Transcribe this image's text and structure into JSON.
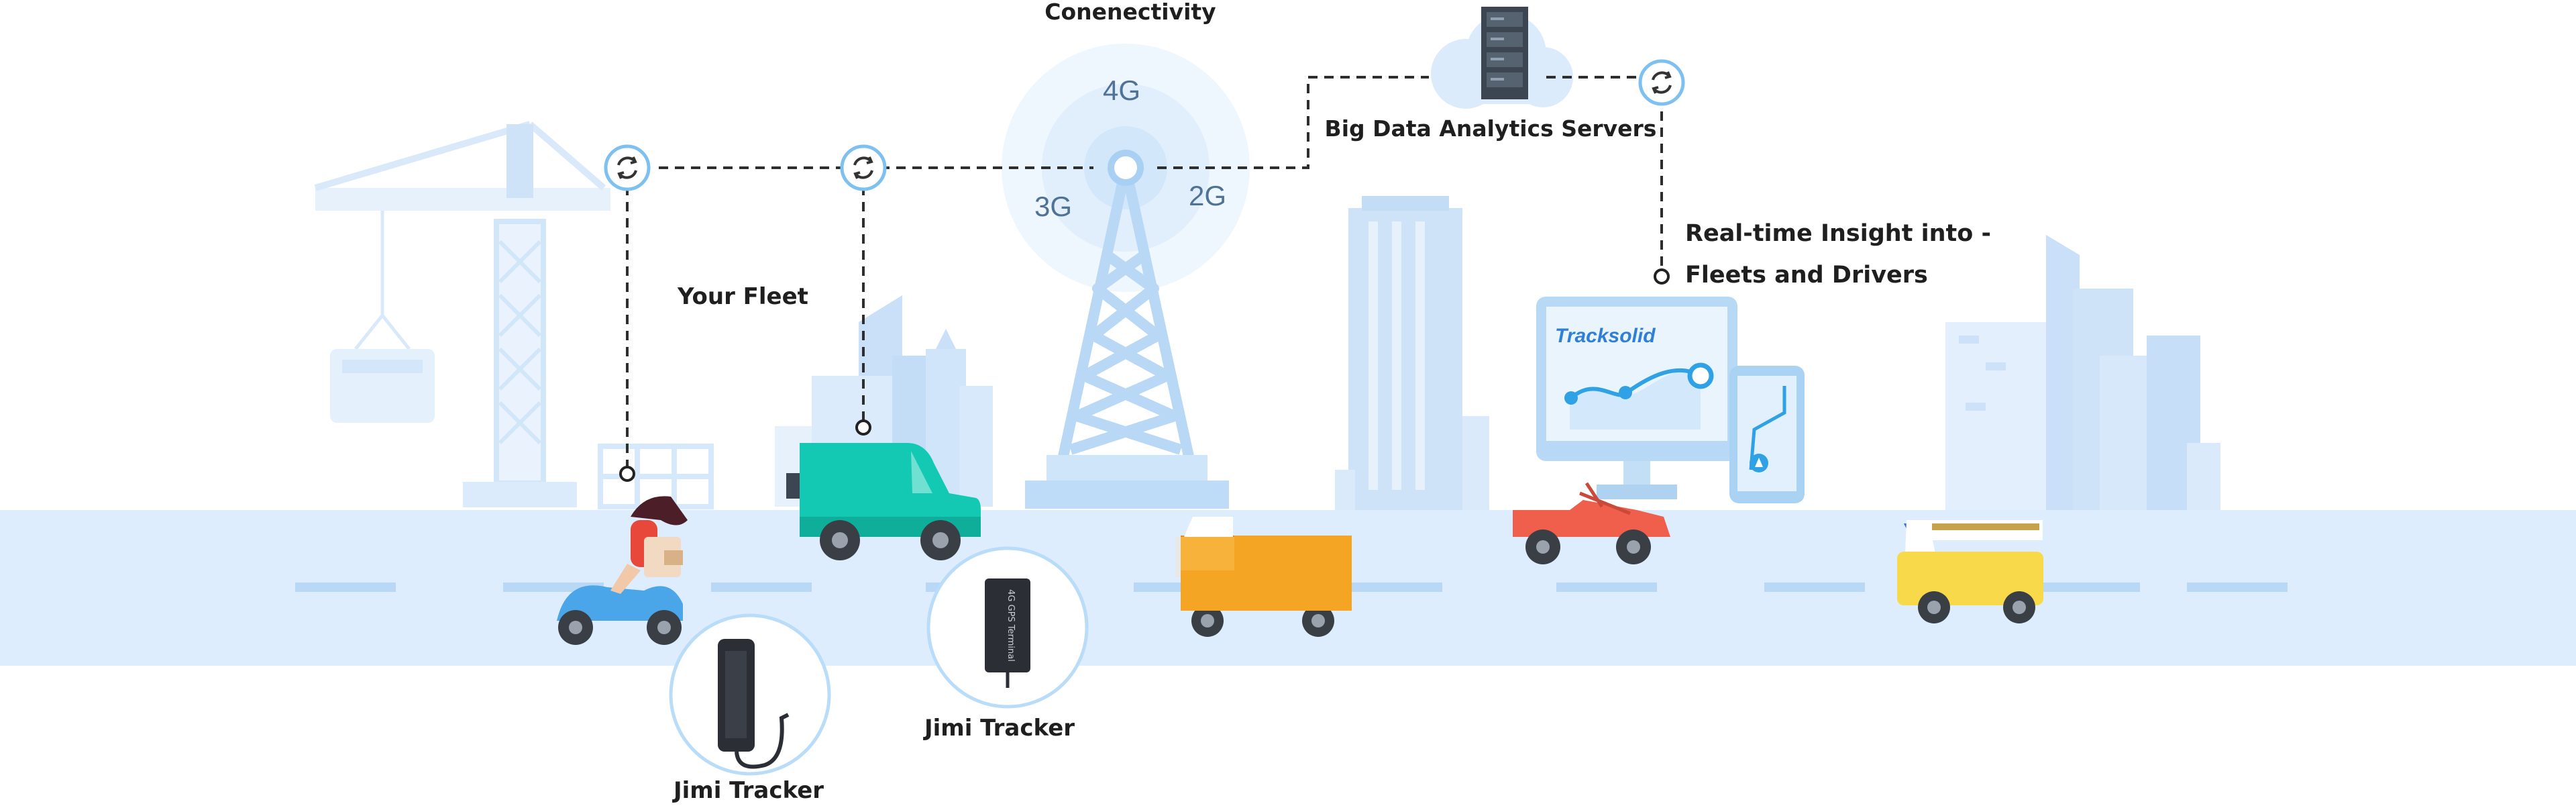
{
  "labels": {
    "connectivity": "Conenectivity",
    "servers": "Big Data Analytics Servers",
    "insight_line1": "Real-time Insight into -",
    "insight_line2": "Fleets and Drivers",
    "fleet": "Your Fleet",
    "tracker_left": "Jimi Tracker",
    "tracker_right": "Jimi Tracker"
  },
  "network": {
    "g4": "4G",
    "g3": "3G",
    "g2": "2G"
  },
  "monitor": {
    "brand": "Tracksolid"
  },
  "tracker_device": {
    "model_label": "4G GPS Terminal"
  },
  "colors": {
    "sky_light": "#eaf4fd",
    "building_light": "#dcebfb",
    "building_mid": "#bcdaf6",
    "road": "#ddedfd",
    "lane": "#b9d8f6",
    "link_line": "#333333",
    "node_ring": "#78bdf0",
    "van": "#13c9b3",
    "pickup": "#f4a523",
    "roadster": "#ef5f4b",
    "taxi": "#f7d94a",
    "scooter": "#4aa6e8"
  }
}
